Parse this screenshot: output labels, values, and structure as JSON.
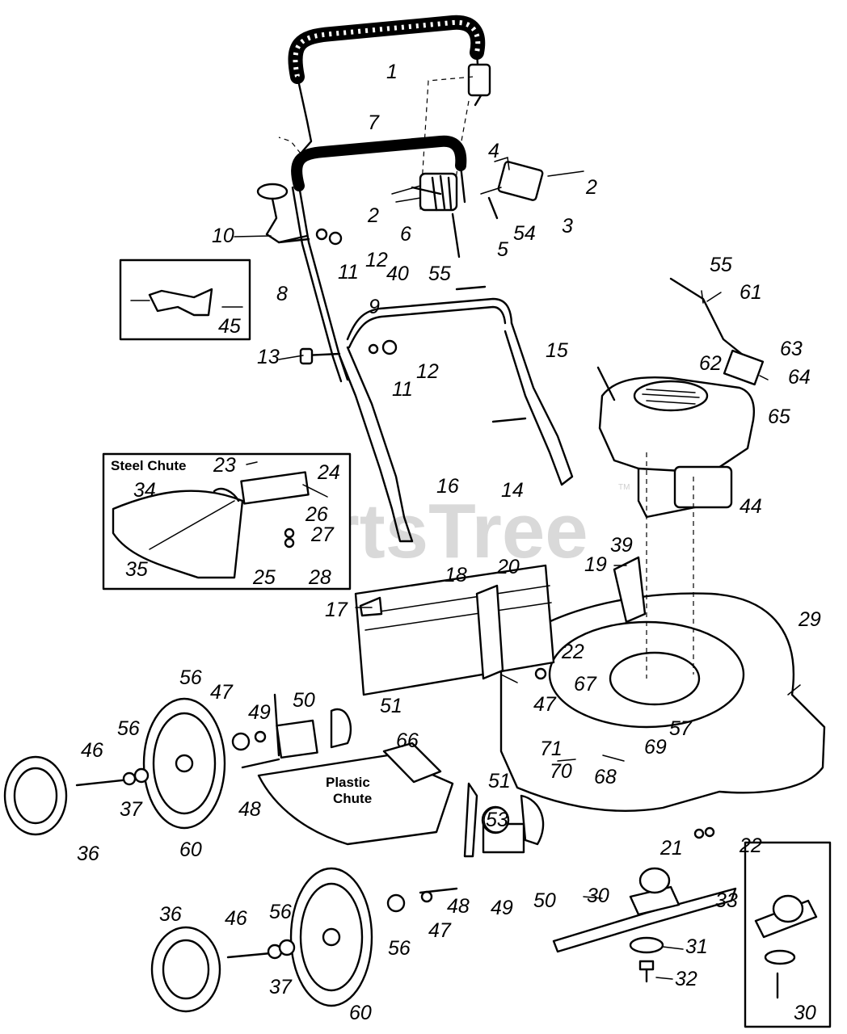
{
  "watermark": {
    "brand": "PartsTree",
    "trademark": "TM"
  },
  "insets": {
    "steel_chute": "Steel Chute",
    "plastic_chute_line1": "Plastic",
    "plastic_chute_line2": "Chute"
  },
  "callouts": {
    "c1": "1",
    "c7": "7",
    "c4": "4",
    "c2a": "2",
    "c2b": "2",
    "c3": "3",
    "c54": "54",
    "c5": "5",
    "c6": "6",
    "c40": "40",
    "c55a": "55",
    "c10": "10",
    "c11a": "11",
    "c12a": "12",
    "c8": "8",
    "c45": "45",
    "c9": "9",
    "c13": "13",
    "c11b": "11",
    "c12b": "12",
    "c15": "15",
    "c55b": "55",
    "c61": "61",
    "c62": "62",
    "c63": "63",
    "c64": "64",
    "c65": "65",
    "c23": "23",
    "c24": "24",
    "c34": "34",
    "c26": "26",
    "c27": "27",
    "c35": "35",
    "c25": "25",
    "c28": "28",
    "c16": "16",
    "c14": "14",
    "c44": "44",
    "c39": "39",
    "c18": "18",
    "c20": "20",
    "c19": "19",
    "c17": "17",
    "c29": "29",
    "c22a": "22",
    "c47a": "47",
    "c67": "67",
    "c57": "57",
    "c56a": "56",
    "c47b": "47",
    "c49a": "49",
    "c50a": "50",
    "c51a": "51",
    "c56b": "56",
    "c46a": "46",
    "c37a": "37",
    "c48a": "48",
    "c60a": "60",
    "c36a": "36",
    "c66": "66",
    "c71": "71",
    "c69": "69",
    "c70": "70",
    "c68": "68",
    "c51b": "51",
    "c53": "53",
    "c21": "21",
    "c22b": "22",
    "c30a": "30",
    "c33": "33",
    "c48b": "48",
    "c49b": "49",
    "c50b": "50",
    "c47c": "47",
    "c56c": "56",
    "c56d": "56",
    "c46b": "46",
    "c36b": "36",
    "c37b": "37",
    "c60b": "60",
    "c31": "31",
    "c32": "32",
    "c30b": "30"
  }
}
